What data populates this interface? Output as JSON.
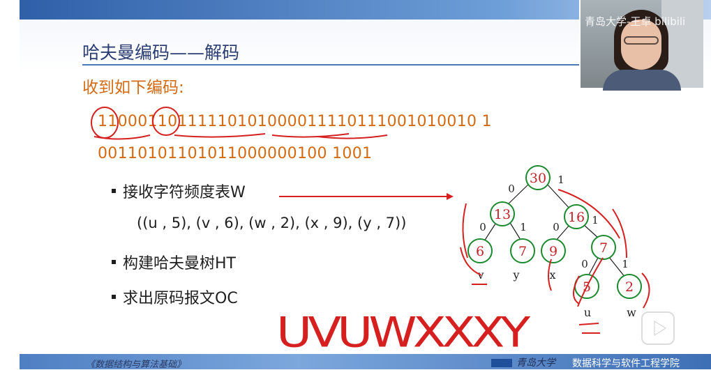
{
  "slide": {
    "title": "哈夫曼编码——解码",
    "subtitle": "收到如下编码:",
    "code_line1": "11000110111110101000011110111001010010 1",
    "code_line2": "00110101101011000000100 1001",
    "bullets": [
      "接收字符频度表W",
      "构建哈夫曼树HT",
      "求出原码报文OC"
    ],
    "weights": "((u , 5), (v , 6), (w , 2), (x , 9), (y , 7))"
  },
  "tree": {
    "nodes": [
      "30",
      "13",
      "16",
      "6",
      "7",
      "9",
      "7",
      "5",
      "2"
    ],
    "edge_labels": [
      "0",
      "1",
      "0",
      "1",
      "0",
      "1",
      "0",
      "1"
    ],
    "leaf_labels": [
      "v",
      "y",
      "x",
      "u",
      "w"
    ]
  },
  "handwriting": "UVUWXXXY",
  "webcam": {
    "watermark": "青岛大学-王卓 bilibili"
  },
  "footer": {
    "left": "《数据结构与算法基础》",
    "right": "数据科学与软件工程学院"
  },
  "colors": {
    "accent": "#d46a12",
    "title": "#2c3e73",
    "ink": "#d62020",
    "node": "#1a8a2e"
  }
}
